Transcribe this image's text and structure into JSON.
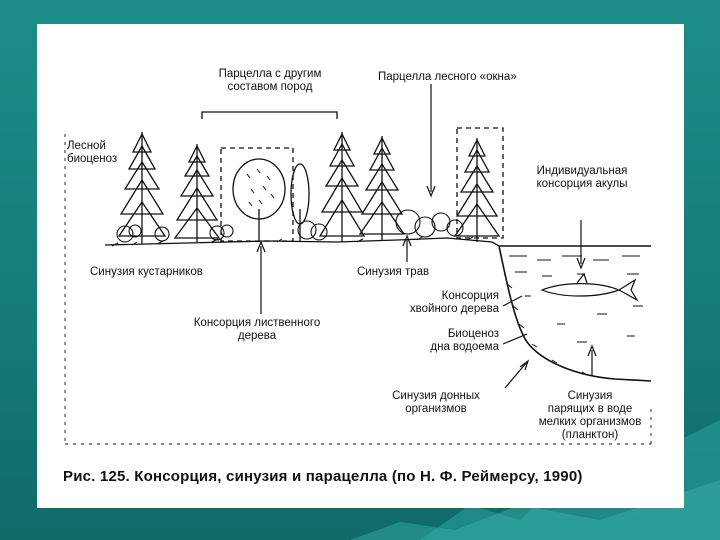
{
  "labels": {
    "forest_biocenosis_1": "Лесной",
    "forest_biocenosis_2": "биоценоз",
    "parcel_other_1": "Парцелла с другим",
    "parcel_other_2": "составом пород",
    "parcel_window": "Парцелла лесного «окна»",
    "shark_consortium_1": "Индивидуальная",
    "shark_consortium_2": "консорция акулы",
    "shrub_synusia": "Синузия кустарников",
    "grass_synusia": "Синузия трав",
    "conifer_consortium_1": "Консорция",
    "conifer_consortium_2": "хвойного дерева",
    "deciduous_consortium_1": "Консорция лиственного",
    "deciduous_consortium_2": "дерева",
    "bottom_biocenosis_1": "Биоценоз",
    "bottom_biocenosis_2": "дна водоема",
    "bottom_synusia_1": "Синузия донных",
    "bottom_synusia_2": "организмов",
    "plankton_synusia_1": "Синузия",
    "plankton_synusia_2": "парящих в воде",
    "plankton_synusia_3": "мелких организмов",
    "plankton_synusia_4": "(планктон)"
  },
  "caption": "Рис. 125. Консорция, синузия и парацелла (по Н. Ф. Реймерсу, 1990)",
  "colors": {
    "ink": "#111111",
    "slide_bg": "#ffffff",
    "teal": "#167c78"
  }
}
